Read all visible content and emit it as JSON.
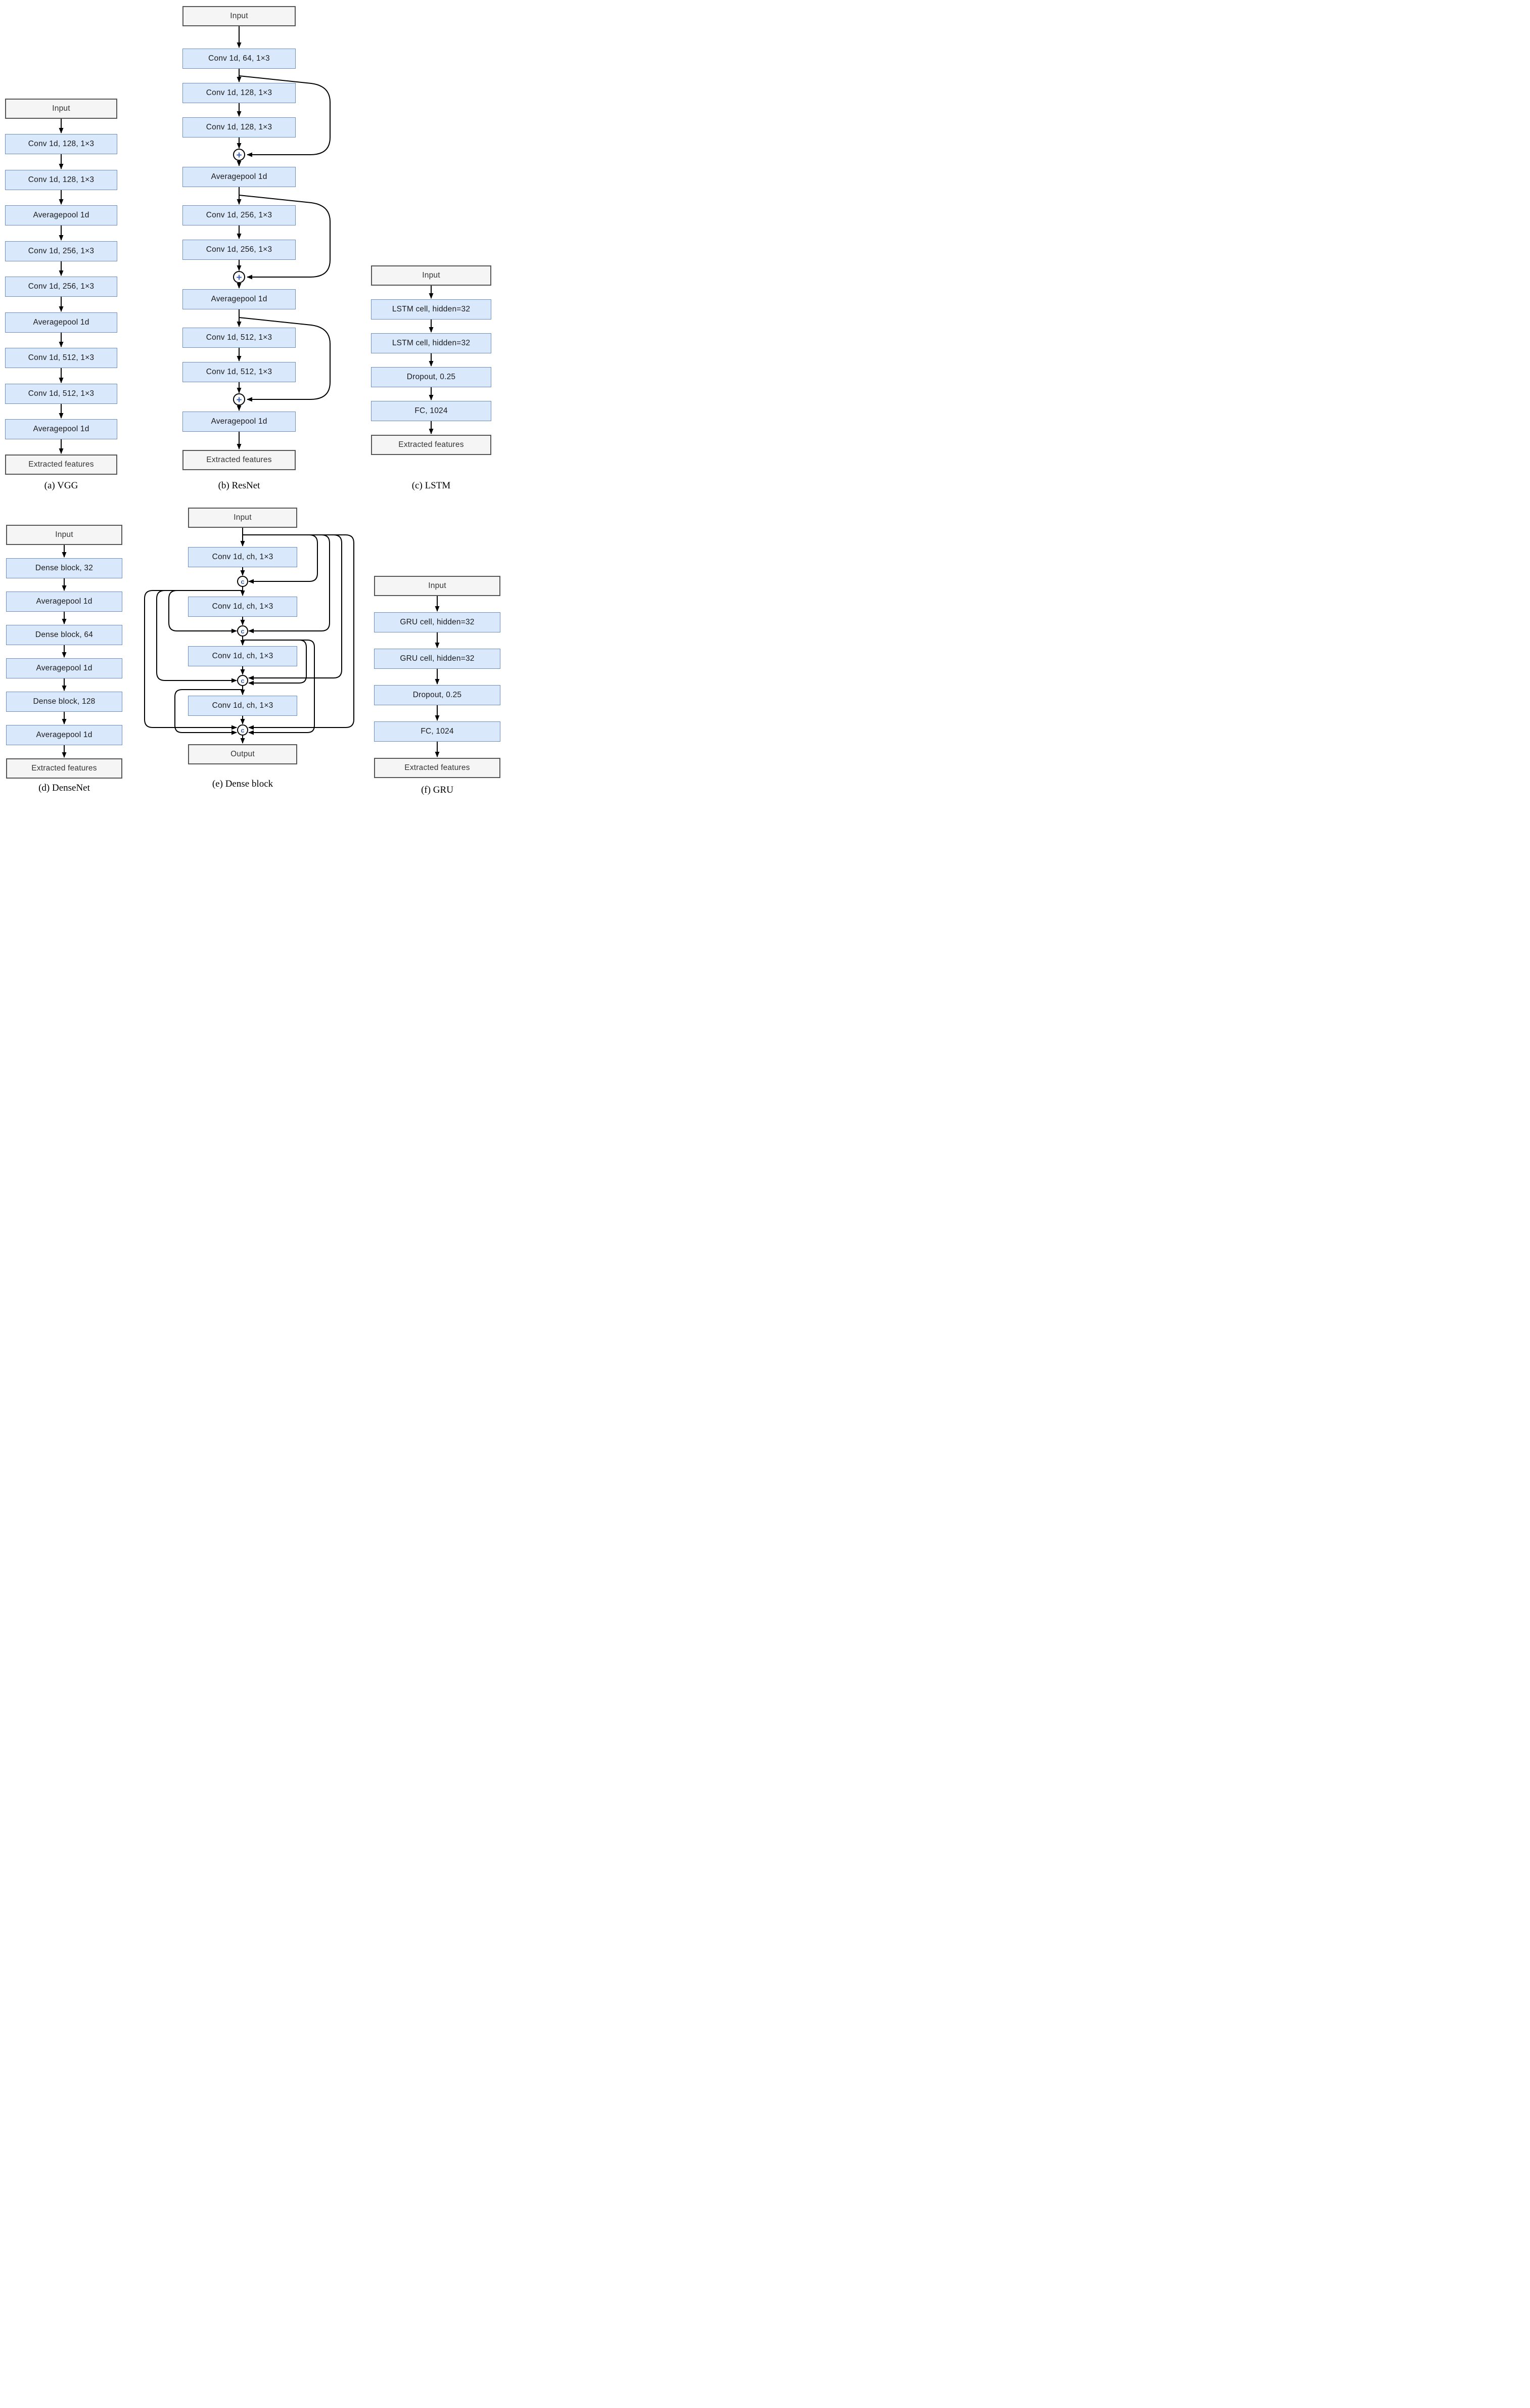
{
  "diagram": {
    "title_implicit": "Neural network feature extractor architectures",
    "symbols": {
      "add": "+",
      "concat": "c"
    },
    "colors": {
      "block_fill": "#dae8fc",
      "block_stroke": "#6c8ebf",
      "io_fill": "#f5f5f5",
      "io_stroke": "#565656",
      "arrow": "#000000",
      "symbol": "#3f62b5"
    },
    "columns": [
      {
        "id": "vgg",
        "caption": "(a) VGG",
        "boxes": [
          "Input",
          "Conv 1d, 128, 1×3",
          "Conv 1d, 128, 1×3",
          "Averagepool 1d",
          "Conv 1d, 256, 1×3",
          "Conv 1d, 256, 1×3",
          "Averagepool 1d",
          "Conv 1d, 512, 1×3",
          "Conv 1d, 512, 1×3",
          "Averagepool 1d",
          "Extracted features"
        ]
      },
      {
        "id": "resnet",
        "caption": "(b) ResNet",
        "boxes": [
          "Input",
          "Conv 1d, 64, 1×3",
          "Conv 1d, 128, 1×3",
          "Conv 1d, 128, 1×3",
          "Averagepool 1d",
          "Conv 1d, 256, 1×3",
          "Conv 1d, 256, 1×3",
          "Averagepool 1d",
          "Conv 1d, 512, 1×3",
          "Conv 1d, 512, 1×3",
          "Averagepool 1d",
          "Extracted features"
        ]
      },
      {
        "id": "lstm",
        "caption": "(c) LSTM",
        "boxes": [
          "Input",
          "LSTM cell, hidden=32",
          "LSTM cell, hidden=32",
          "Dropout, 0.25",
          "FC, 1024",
          "Extracted features"
        ]
      },
      {
        "id": "densenet",
        "caption": "(d) DenseNet",
        "boxes": [
          "Input",
          "Dense block, 32",
          "Averagepool 1d",
          "Dense block, 64",
          "Averagepool 1d",
          "Dense block, 128",
          "Averagepool 1d",
          "Extracted features"
        ]
      },
      {
        "id": "denseblock",
        "caption": "(e) Dense block",
        "boxes": [
          "Input",
          "Conv 1d, ch, 1×3",
          "Conv 1d, ch, 1×3",
          "Conv 1d, ch, 1×3",
          "Conv 1d, ch, 1×3",
          "Output"
        ]
      },
      {
        "id": "gru",
        "caption": "(f) GRU",
        "boxes": [
          "Input",
          "GRU cell, hidden=32",
          "GRU cell, hidden=32",
          "Dropout, 0.25",
          "FC, 1024",
          "Extracted features"
        ]
      }
    ]
  }
}
